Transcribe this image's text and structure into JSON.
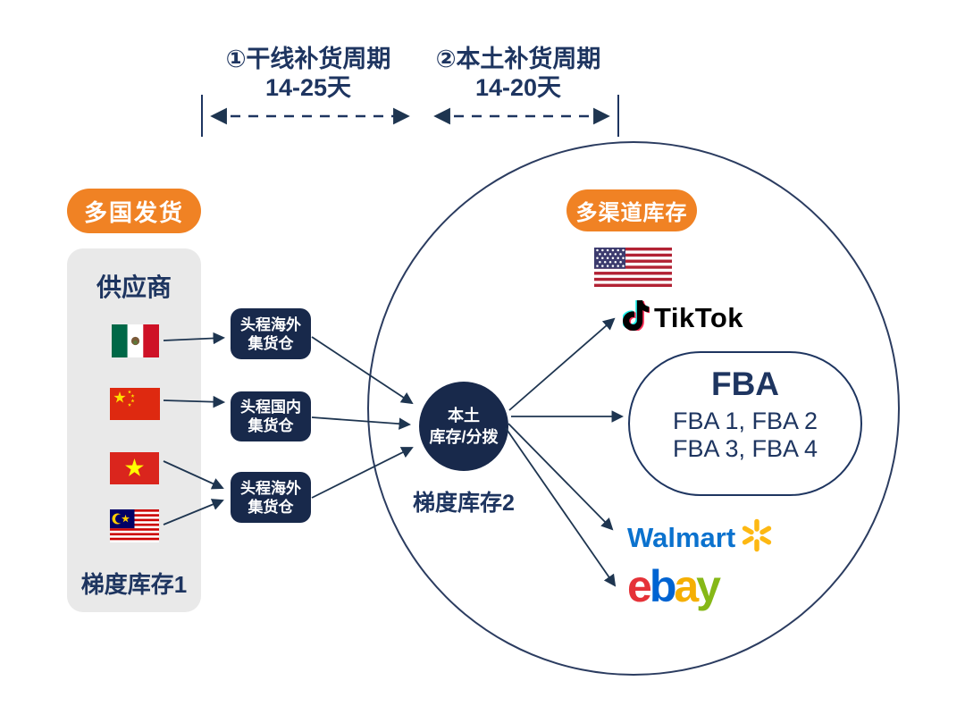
{
  "timeline": {
    "segment1": {
      "label": "①干线补货周期",
      "duration": "14-25天"
    },
    "segment2": {
      "label": "②本土补货周期",
      "duration": "14-20天"
    }
  },
  "supply": {
    "badge": "多国发货",
    "panel_title": "供应商",
    "caption": "梯度库存1"
  },
  "warehouses": [
    {
      "line1": "头程海外",
      "line2": "集货仓"
    },
    {
      "line1": "头程国内",
      "line2": "集货仓"
    },
    {
      "line1": "头程海外",
      "line2": "集货仓"
    }
  ],
  "hub": {
    "line1": "本土",
    "line2": "库存/分拨",
    "caption": "梯度库存2"
  },
  "channels": {
    "badge": "多渠道库存",
    "tiktok_label": "TikTok",
    "fba": {
      "title": "FBA",
      "row1": "FBA 1, FBA 2",
      "row2": "FBA 3, FBA 4"
    },
    "walmart_label": "Walmart",
    "ebay_letters": [
      "e",
      "b",
      "a",
      "y"
    ]
  },
  "icons": [
    "mexico-flag-icon",
    "china-flag-icon",
    "vietnam-flag-icon",
    "malaysia-flag-icon",
    "usa-flag-icon",
    "tiktok-note-icon",
    "walmart-spark-icon"
  ],
  "colors": {
    "accent_orange": "#f08224",
    "navy_fill": "#18294b",
    "text_navy": "#1e3560",
    "panel_gray": "#e9e9e9",
    "walmart_blue": "#0b72ce",
    "spark_yellow": "#fdb813",
    "ebay_red": "#e53238",
    "ebay_blue": "#0064d2",
    "ebay_yellow": "#f5af02",
    "ebay_green": "#86b817",
    "tiktok_cyan": "#25f4ee",
    "tiktok_red": "#fe2c55"
  }
}
